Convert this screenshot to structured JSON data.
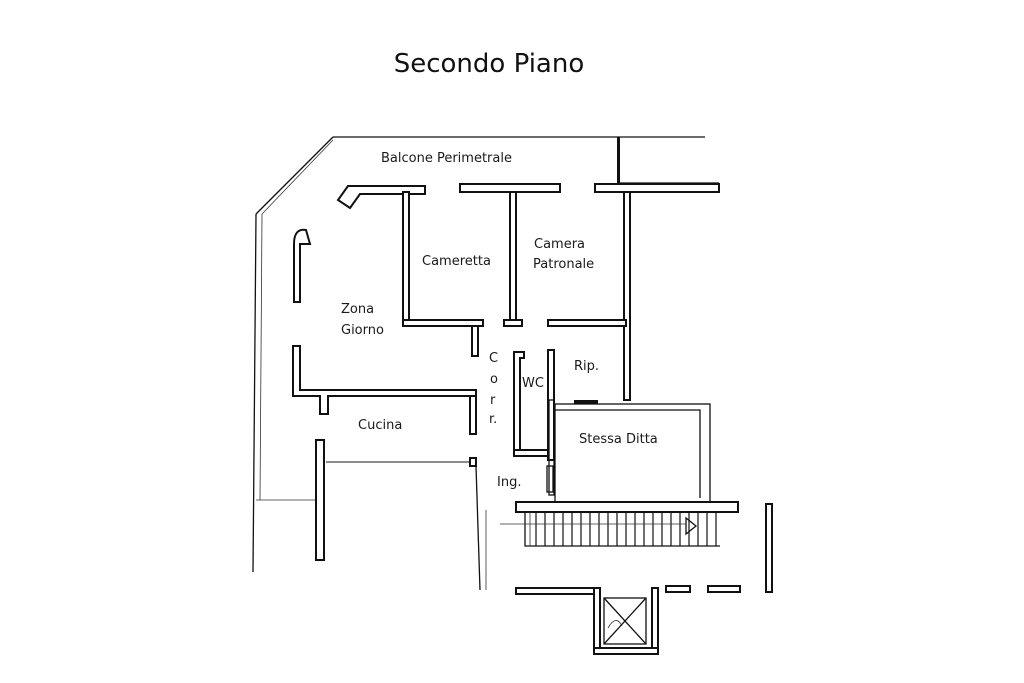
{
  "title": "Secondo Piano",
  "rooms": {
    "balcone": "Balcone Perimetrale",
    "cameretta": "Cameretta",
    "camera_line1": "Camera",
    "camera_line2": "Patronale",
    "zona_line1": "Zona",
    "zona_line2": "Giorno",
    "corr_c": "C",
    "corr_o": "o",
    "corr_r": "r",
    "corr_r2": "r.",
    "wc": "WC",
    "rip": "Rip.",
    "cucina": "Cucina",
    "stessa_ditta": "Stessa Ditta",
    "ingresso": "Ing."
  },
  "colors": {
    "wall": "#111111",
    "background": "#ffffff"
  }
}
